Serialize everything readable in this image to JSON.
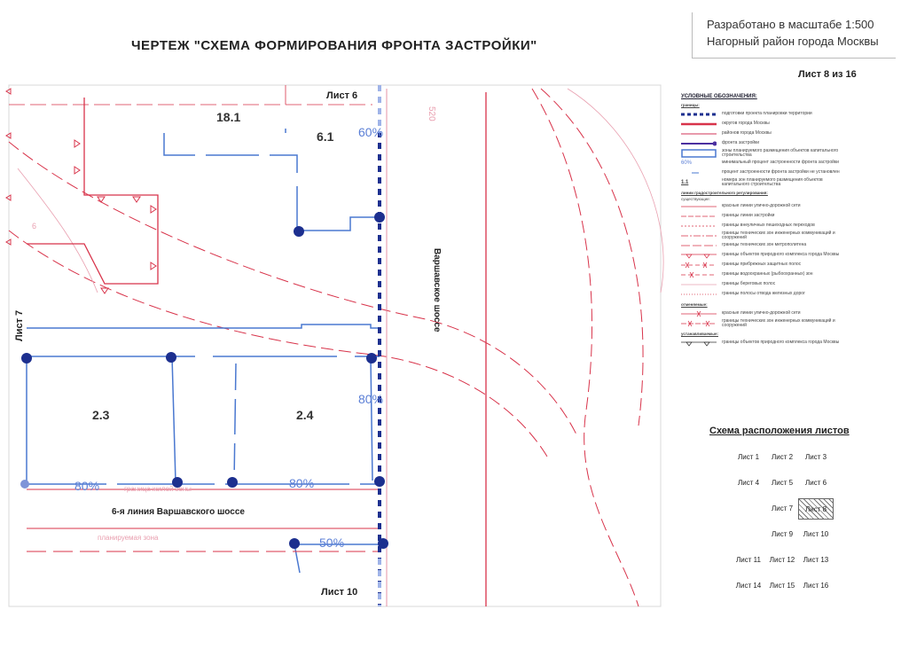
{
  "title": "ЧЕРТЕЖ \"СХЕМА ФОРМИРОВАНИЯ ФРОНТА ЗАСТРОЙКИ\"",
  "stamp": {
    "line1": "Разработано в масштабе 1:500",
    "line2": "Нагорный район города Москвы"
  },
  "sheet_number": "Лист 8 из 16",
  "map": {
    "sheet_top": "Лист 6",
    "sheet_left": "Лист 7",
    "sheet_bottom": "Лист 10",
    "road_name": "Варшавское шоссе",
    "street_name": "6-я линия Варшавского шоссе",
    "blocks": [
      "18.1",
      "6.1",
      "2.3",
      "2.4"
    ],
    "percents": [
      "60%",
      "80%",
      "80%",
      "80%",
      "50%"
    ],
    "faint_top": "520",
    "faint_left": "6"
  },
  "legend": {
    "title": "УСЛОВНЫЕ ОБОЗНАЧЕНИЯ:",
    "section1": "границы:",
    "items1": [
      "подготовки проекта планировки территории",
      "округов города Москвы",
      "районов города Москвы",
      "фронта застройки",
      "зоны планируемого размещения объектов капитального строительства",
      "минимальный процент застроенности фронта застройки",
      "процент застроенности фронта застройки не установлен",
      "номера зон планируемого размещения объектов капитального строительства"
    ],
    "pct_sample": "60%",
    "num_sample": "1.1",
    "section2": "линии градостроительного регулирования:",
    "section2b": "существующие:",
    "items2": [
      "красные линии улично-дорожной сети",
      "границы линии застройки",
      "границы внеуличных пешеходных переходов",
      "границы технических зон инженерных коммуникаций и сооружений",
      "границы технических зон метрополитена",
      "границы объектов природного комплекса города Москвы",
      "границы прибрежных защитных полос",
      "границы водоохранных (рыбоохранных) зон",
      "границы береговых полос",
      "границы полосы отвода железных дорог"
    ],
    "section3": "отменяемые:",
    "items3": [
      "красные линии улично-дорожной сети",
      "границы технических зон инженерных коммуникаций и сооружений"
    ],
    "section4": "устанавливаемые:",
    "items4": [
      "границы объектов природного комплекса города Москвы"
    ]
  },
  "sheet_scheme": {
    "title": "Схема расположения листов",
    "cells": [
      "Лист 1",
      "Лист 2",
      "Лист 3",
      "Лист 4",
      "Лист 5",
      "Лист 6",
      "Лист 7",
      "Лист 8",
      "Лист 9",
      "Лист 10",
      "Лист 11",
      "Лист 12",
      "Лист 13",
      "Лист 14",
      "Лист 15",
      "Лист 16"
    ],
    "current": "Лист 8"
  },
  "colors": {
    "red_line": "#d8334a",
    "blue_line": "#4a78d0",
    "dark_blue": "#1c2f8f",
    "pink_road": "#e07890"
  }
}
